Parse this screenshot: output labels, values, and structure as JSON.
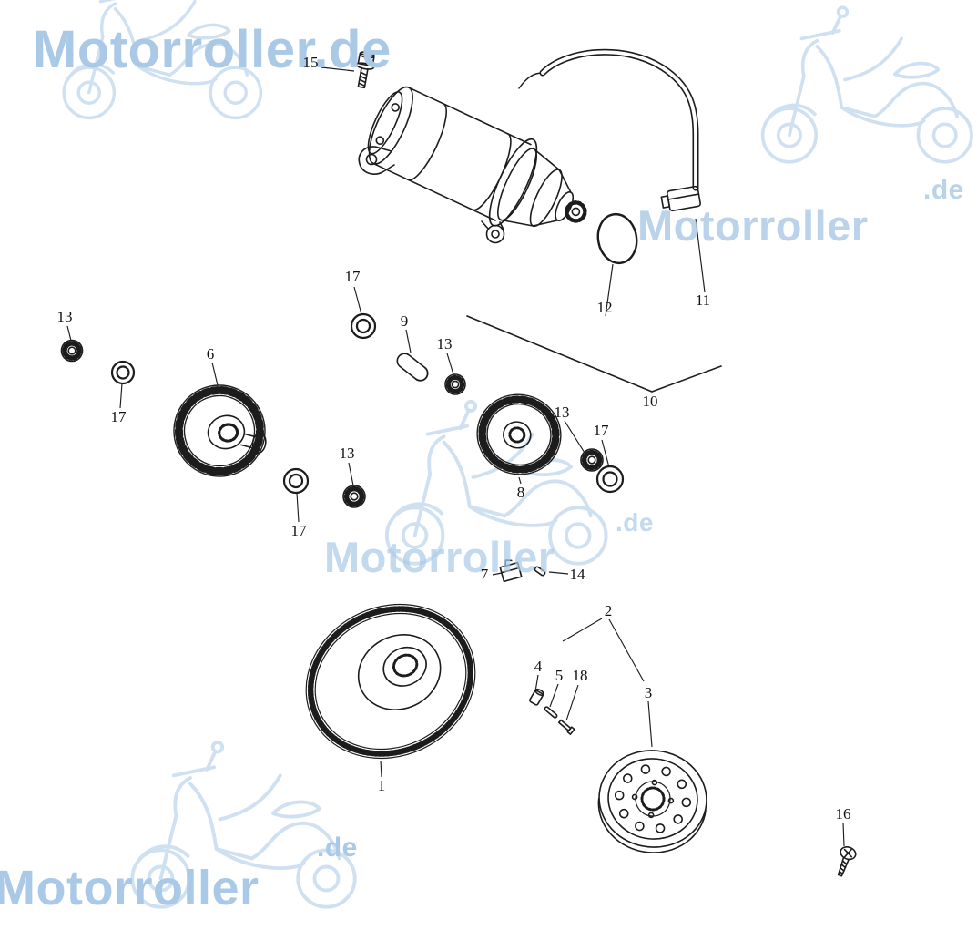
{
  "brand": {
    "watermark_color": "#a9c9e7"
  },
  "watermarks": [
    {
      "text": "Motorroller.de",
      "position": "top-left"
    },
    {
      "text": "Motorroller",
      "suffix": ".de",
      "position": "middle-right"
    },
    {
      "text": "Motorroller",
      "suffix": ".de",
      "position": "center"
    },
    {
      "text": "Motorroller",
      "suffix": ".de",
      "position": "bottom-left"
    }
  ],
  "diagram": {
    "part_labels": [
      {
        "text": "15"
      },
      {
        "text": "17"
      },
      {
        "text": "9"
      },
      {
        "text": "13"
      },
      {
        "text": "13"
      },
      {
        "text": "17"
      },
      {
        "text": "6"
      },
      {
        "text": "13"
      },
      {
        "text": "17"
      },
      {
        "text": "8"
      },
      {
        "text": "13"
      },
      {
        "text": "17"
      },
      {
        "text": "12"
      },
      {
        "text": "11"
      },
      {
        "text": "10"
      },
      {
        "text": "7"
      },
      {
        "text": "14"
      },
      {
        "text": "2"
      },
      {
        "text": "4"
      },
      {
        "text": "5"
      },
      {
        "text": "18"
      },
      {
        "text": "3"
      },
      {
        "text": "1"
      },
      {
        "text": "16"
      }
    ]
  }
}
